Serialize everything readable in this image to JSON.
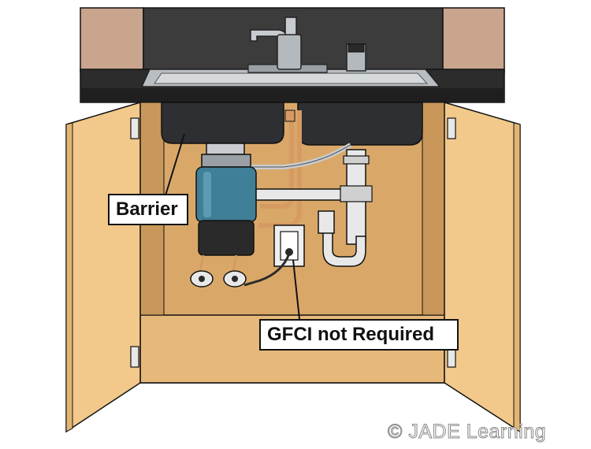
{
  "labels": {
    "barrier": "Barrier",
    "gfci": "GFCI not Required"
  },
  "watermark": "© JADE Learning",
  "colors": {
    "wall_dark": "#3c3c3c",
    "backsplash_tan": "#c9a58e",
    "countertop": "#2c2c2c",
    "cabinet_wood": "#f2c98a",
    "cabinet_interior": "#d9a869",
    "sink_steel": "#b9bec3",
    "sink_bowl": "#2d2f32",
    "disposal_blue": "#3f7f97",
    "disposal_black": "#2a2a2a",
    "copper": "#d69a63",
    "drain_white": "#e8e8e8"
  }
}
